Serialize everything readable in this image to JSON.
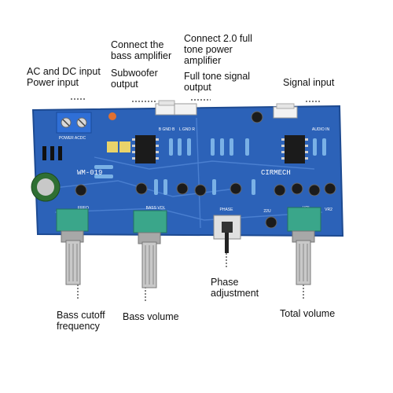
{
  "labels": {
    "ac_dc": [
      "AC and DC input",
      "Power input"
    ],
    "subwoofer": [
      "Connect the",
      "bass amplifier",
      "Subwoofer",
      "output"
    ],
    "full_tone": [
      "Connect 2.0 full",
      "tone power",
      "amplifier",
      "Full tone signal",
      "output"
    ],
    "signal_input": [
      "Signal input"
    ],
    "phase": [
      "Phase",
      "adjustment"
    ],
    "bass_cutoff": [
      "Bass cutoff",
      "frequency"
    ],
    "bass_volume": [
      "Bass volume"
    ],
    "total_volume": [
      "Total volume"
    ]
  },
  "silkscreen": {
    "model": "WM-019",
    "brand": "CIRMECH",
    "power_in": "POWER ACDC",
    "sub_header": "B GND B",
    "full_header": "L GND R",
    "in_header": "AUDIO IN",
    "freq": "FREQ",
    "bass_vol": "BASS VOL",
    "phase": "PHASE",
    "vol": "VOL",
    "cap": "22U",
    "vr": "VR2"
  },
  "colors": {
    "pcb": "#2c62b8",
    "pcb_edge": "#1d4a91",
    "pot": "#3aa68a",
    "knob": "#c8c8c8",
    "terminal": "#2f6fd6"
  }
}
